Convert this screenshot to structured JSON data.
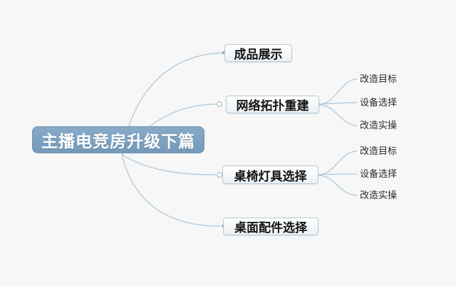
{
  "mindmap": {
    "root": {
      "label": "主播电竞房升级下篇"
    },
    "branches": [
      {
        "label": "成品展示",
        "children": []
      },
      {
        "label": "网络拓扑重建",
        "children": [
          "改造目标",
          "设备选择",
          "改造实操"
        ]
      },
      {
        "label": "桌椅灯具选择",
        "children": [
          "改造目标",
          "设备选择",
          "改造实操"
        ]
      },
      {
        "label": "桌面配件选择",
        "children": []
      }
    ],
    "colors": {
      "background": "#f7f7f7",
      "root_fill": "#7ba1c0",
      "root_text": "#ffffff",
      "branch_fill": "#ffffff",
      "branch_border": "#b5c9d6",
      "branch_text": "#141414",
      "subtopic_text": "#2b2b2b",
      "connector_line": "#a9c6db"
    }
  }
}
